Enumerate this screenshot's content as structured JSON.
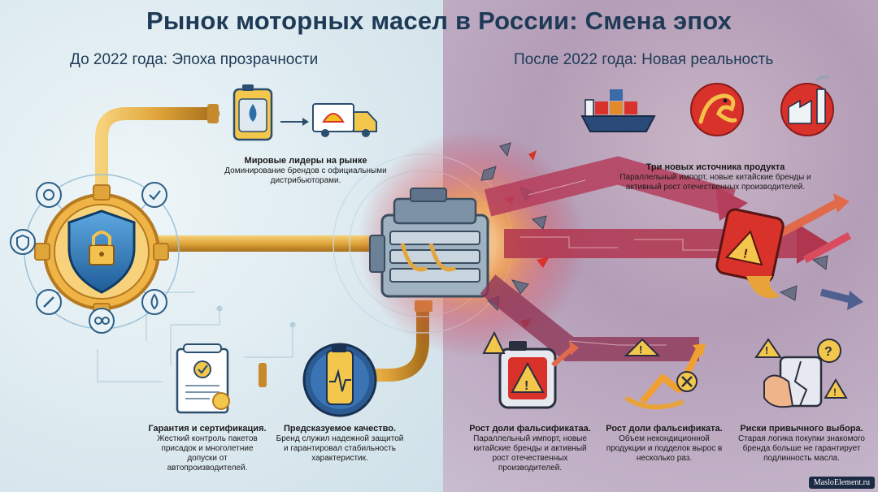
{
  "title": "Рынок моторных масел в России: Смена эпох",
  "left": {
    "heading": "До 2022 года: Эпоха прозрачности",
    "leaders": {
      "title": "Мировые лидеры на рынке",
      "text": "Доминирование брендов с официальными дистрибьюторами."
    },
    "guarantee": {
      "title": "Гарантия и сертификация.",
      "text": "Жесткий контроль пакетов присадок и многолетние допуски от автопроизводителей."
    },
    "quality": {
      "title": "Предсказуемое качество.",
      "text": "Бренд служил надежной защитой и гарантировал стабильность характеристик."
    }
  },
  "right": {
    "heading": "После 2022 года: Новая реальность",
    "sources": {
      "title": "Три новых источника продукта",
      "text": "Параллельный импорт, новые китайские бренды и активный рост отечественных производителей."
    },
    "fake1": {
      "title": "Рост доли фальсификатаа.",
      "text": "Параллельный импорт, новые китайские бренды и активный рост отечественных производителей."
    },
    "fake2": {
      "title": "Рост доли фальсификата.",
      "text": "Объем некондиционной продукции и подделок вырос в несколько раз."
    },
    "risks": {
      "title": "Риски привычного выбора.",
      "text": "Старая логика покупки знакомого бренда больше не гарантирует подлинность масла."
    }
  },
  "watermark": "MasloElement.ru",
  "colors": {
    "navy": "#1e3a56",
    "pipe": "#e0a53a",
    "danger": "#d9322b",
    "arrow": "#c0304a"
  }
}
